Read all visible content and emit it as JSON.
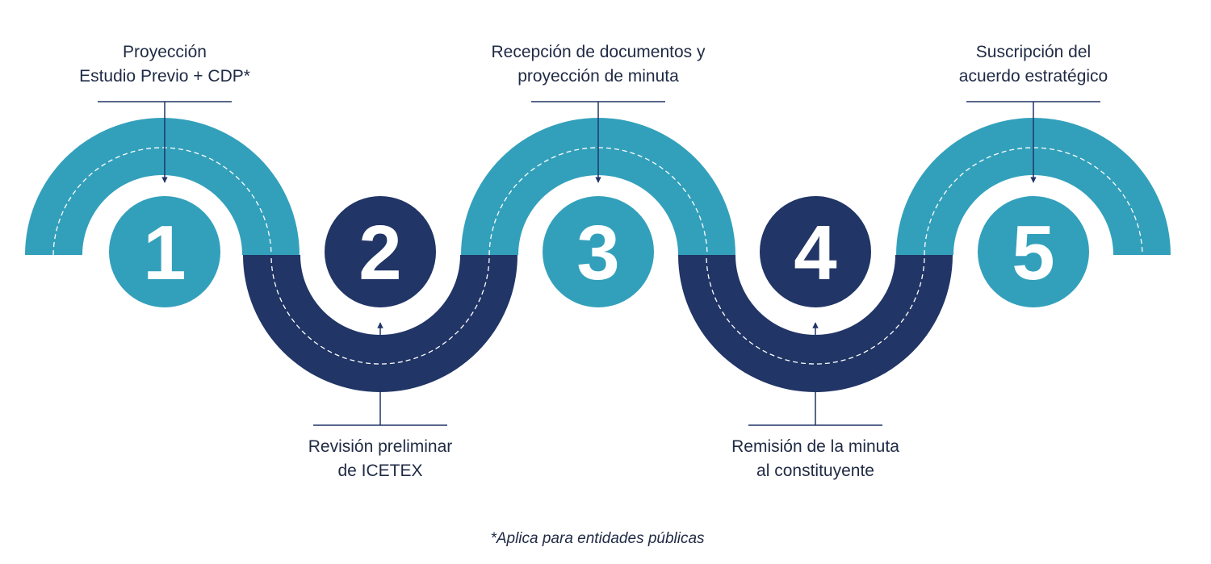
{
  "colors": {
    "teal": "#33a0bb",
    "navy": "#213566"
  },
  "steps": [
    {
      "number": "1",
      "label_lines": [
        "Proyección",
        "Estudio Previo + CDP*"
      ],
      "label_position": "top"
    },
    {
      "number": "2",
      "label_lines": [
        "Revisión preliminar",
        "de ICETEX"
      ],
      "label_position": "bottom"
    },
    {
      "number": "3",
      "label_lines": [
        "Recepción de documentos y",
        "proyección de minuta"
      ],
      "label_position": "top"
    },
    {
      "number": "4",
      "label_lines": [
        "Remisión de la minuta",
        "al constituyente"
      ],
      "label_position": "bottom"
    },
    {
      "number": "5",
      "label_lines": [
        "Suscripción del",
        "acuerdo estratégico"
      ],
      "label_position": "top"
    }
  ],
  "footnote": "*Aplica para entidades públicas"
}
